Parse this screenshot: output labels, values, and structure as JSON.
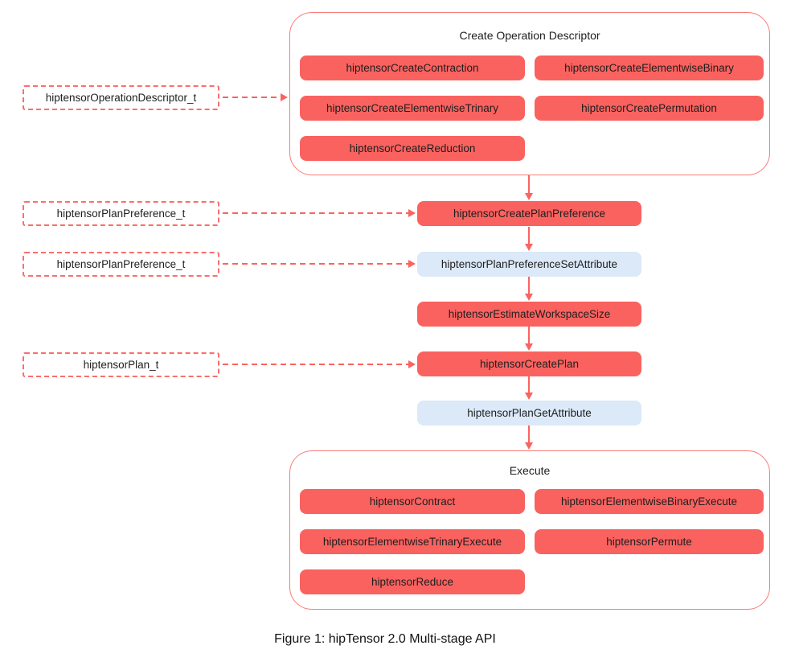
{
  "figure": {
    "caption": "Figure 1: hipTensor 2.0 Multi-stage API"
  },
  "colors": {
    "node_red": "#fa625f",
    "node_blue": "#dbe9f8",
    "outline_red": "#f87b78",
    "dashed_red": "#f96f6c",
    "arrow_red": "#f96360",
    "text": "#1e1e1e"
  },
  "type_labels": [
    {
      "label": "hiptensorOperationDescriptor_t"
    },
    {
      "label": "hiptensorPlanPreference_t"
    },
    {
      "label": "hiptensorPlanPreference_t"
    },
    {
      "label": "hiptensorPlan_t"
    }
  ],
  "create_group": {
    "title": "Create Operation Descriptor",
    "buttons": [
      "hiptensorCreateContraction",
      "hiptensorCreateElementwiseBinary",
      "hiptensorCreateElementwiseTrinary",
      "hiptensorCreatePermutation",
      "hiptensorCreateReduction"
    ]
  },
  "pipeline": [
    {
      "label": "hiptensorCreatePlanPreference",
      "variant": "red"
    },
    {
      "label": "hiptensorPlanPreferenceSetAttribute",
      "variant": "blue"
    },
    {
      "label": "hiptensorEstimateWorkspaceSize",
      "variant": "red"
    },
    {
      "label": "hiptensorCreatePlan",
      "variant": "red"
    },
    {
      "label": "hiptensorPlanGetAttribute",
      "variant": "blue"
    }
  ],
  "execute_group": {
    "title": "Execute",
    "buttons": [
      "hiptensorContract",
      "hiptensorElementwiseBinaryExecute",
      "hiptensorElementwiseTrinaryExecute",
      "hiptensorPermute",
      "hiptensorReduce"
    ]
  }
}
